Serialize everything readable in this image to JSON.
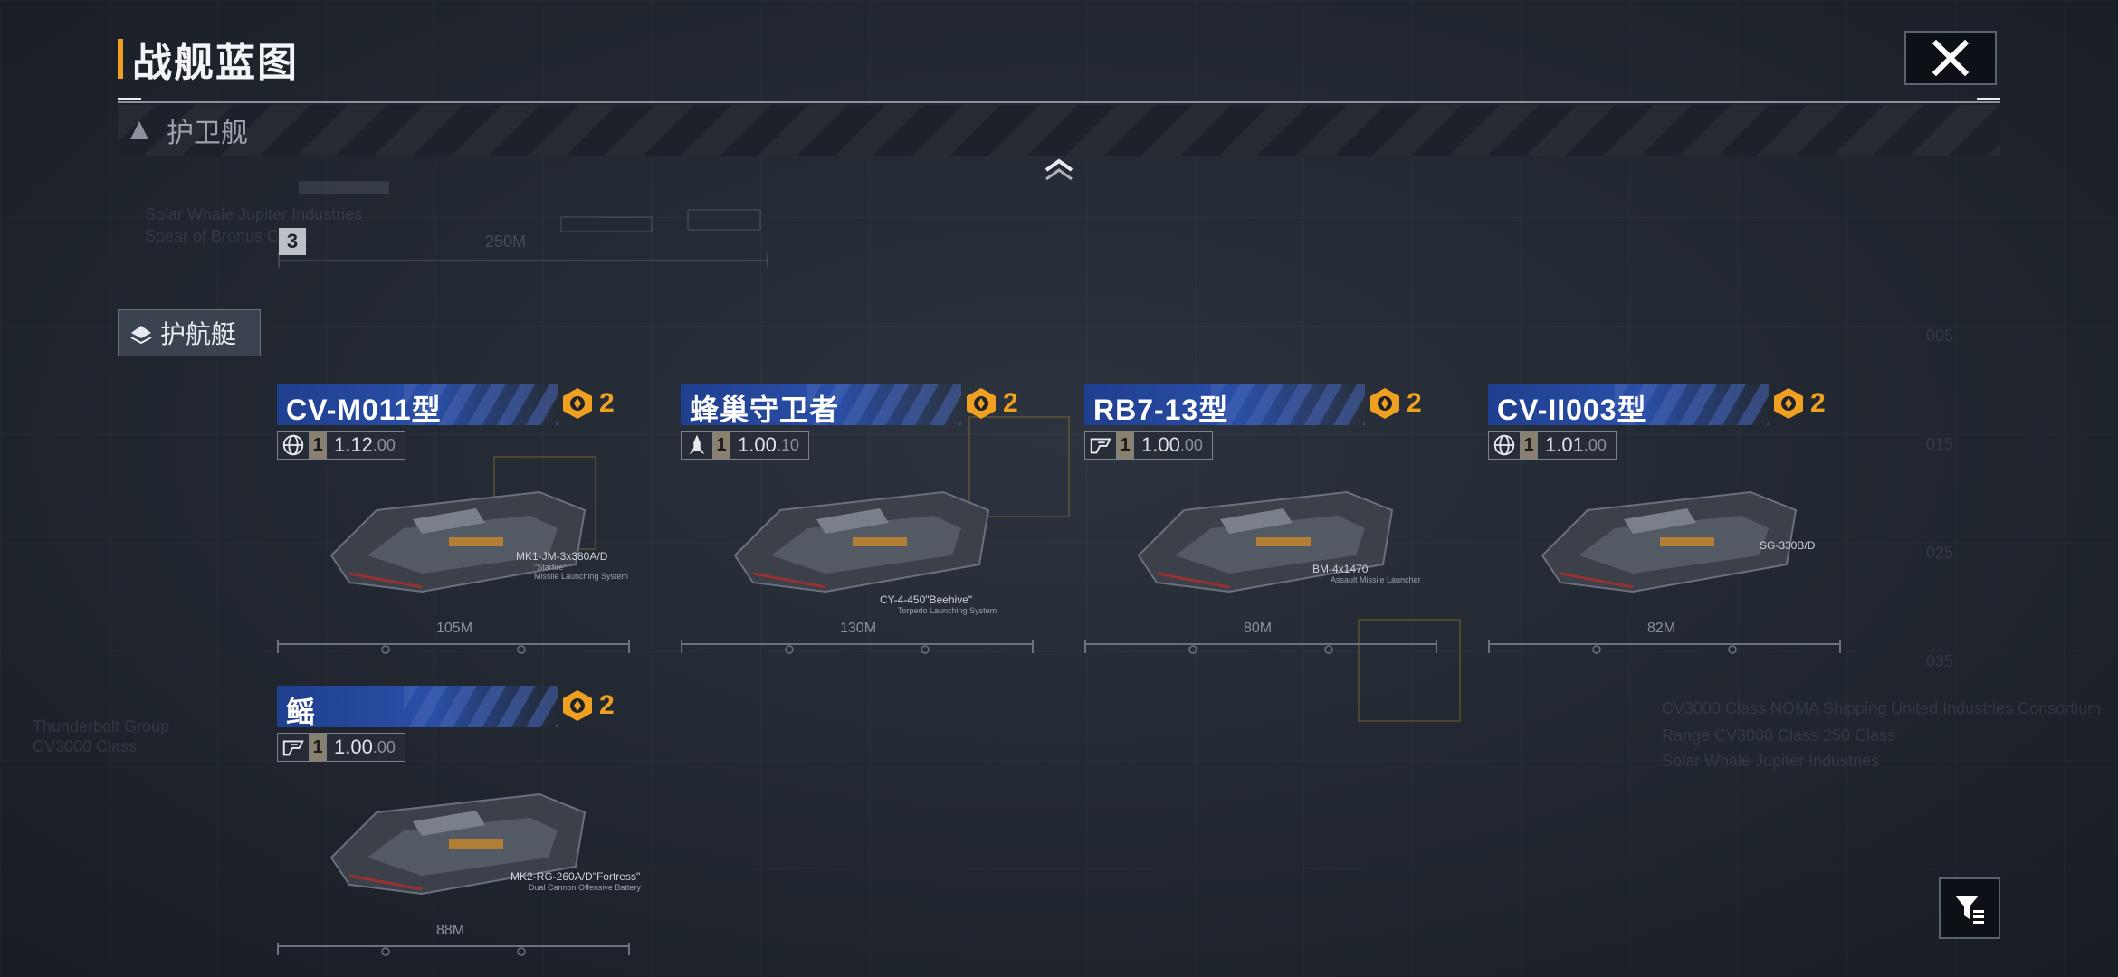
{
  "header": {
    "title": "战舰蓝图",
    "close_icon": "close-icon",
    "accent_color": "#f0a020"
  },
  "category": {
    "label": "护卫舰",
    "expanded": false
  },
  "sub_category": {
    "label": "护航艇"
  },
  "ships": [
    {
      "name": "CV-M011型",
      "tier": "2",
      "stat_icon": "globe-icon",
      "level": "1",
      "value": "1.12",
      "value_suffix": ".00",
      "weapon": "MK1-JM-3x380A/D",
      "weapon_name": "\"Starfire\"",
      "weapon_type": "Missile Launching System",
      "length": "105M"
    },
    {
      "name": "蜂巢守卫者",
      "tier": "2",
      "stat_icon": "rocket-icon",
      "level": "1",
      "value": "1.00",
      "value_suffix": ".10",
      "weapon": "CY-4-450\"Beehive\"",
      "weapon_name": "",
      "weapon_type": "Torpedo Launching System",
      "length": "130M"
    },
    {
      "name": "RB7-13型",
      "tier": "2",
      "stat_icon": "faction-icon",
      "level": "1",
      "value": "1.00",
      "value_suffix": ".00",
      "weapon": "BM-4x1470",
      "weapon_name": "",
      "weapon_type": "Assault Missile Launcher",
      "length": "80M"
    },
    {
      "name": "CV-II003型",
      "tier": "2",
      "stat_icon": "globe-icon",
      "level": "1",
      "value": "1.01",
      "value_suffix": ".00",
      "weapon": "SG-330B/D",
      "weapon_name": "",
      "weapon_type": "",
      "length": "82M"
    },
    {
      "name": "鳐",
      "tier": "2",
      "stat_icon": "faction-icon",
      "level": "1",
      "value": "1.00",
      "value_suffix": ".00",
      "weapon": "MK2-RG-260A/D\"Fortress\"",
      "weapon_name": "",
      "weapon_type": "Dual Cannon Offensive Battery",
      "length": "88M"
    }
  ],
  "background_hull": {
    "badge": "3",
    "length": "250M",
    "maker_line1": "Solar Whale Jupiter Industries",
    "maker_line2": "Spear of Bronus Class"
  },
  "faint_text": {
    "left_1": "Thunderbolt Group",
    "left_2": "CV3000 Class",
    "right_1": "CV3000 Class NOMA Shipping United Industries Consortium",
    "right_2": "Range CV3000 Class 250 Class",
    "right_3": "Solar Whale Jupiter Industries",
    "scale_1": "005",
    "scale_2": "015",
    "scale_3": "025",
    "scale_4": "035"
  },
  "filter_icon": "filter-icon"
}
